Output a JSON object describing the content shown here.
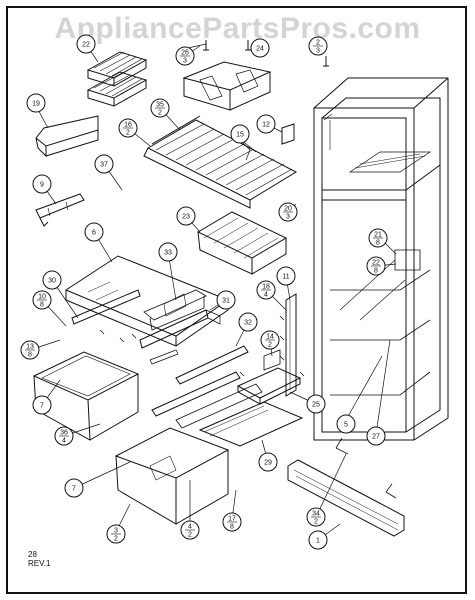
{
  "watermark": "AppliancePartsPros.com",
  "footer": {
    "code": "28",
    "revision": "REV.1"
  },
  "callouts": [
    {
      "id": "c22",
      "top": "22",
      "bottom": ""
    },
    {
      "id": "c26",
      "top": "26",
      "bottom": "3"
    },
    {
      "id": "c24",
      "top": "24",
      "bottom": ""
    },
    {
      "id": "c2",
      "top": "2",
      "bottom": "3"
    },
    {
      "id": "c19",
      "top": "19",
      "bottom": ""
    },
    {
      "id": "c35",
      "top": "35",
      "bottom": "2"
    },
    {
      "id": "c16",
      "top": "16",
      "bottom": "2"
    },
    {
      "id": "c12",
      "top": "12",
      "bottom": ""
    },
    {
      "id": "c15",
      "top": "15",
      "bottom": ""
    },
    {
      "id": "c37",
      "top": "37",
      "bottom": ""
    },
    {
      "id": "c9",
      "top": "9",
      "bottom": ""
    },
    {
      "id": "c20",
      "top": "20",
      "bottom": "3"
    },
    {
      "id": "c23",
      "top": "23",
      "bottom": ""
    },
    {
      "id": "c21",
      "top": "21",
      "bottom": "8"
    },
    {
      "id": "c6",
      "top": "6",
      "bottom": ""
    },
    {
      "id": "c33",
      "top": "33",
      "bottom": ""
    },
    {
      "id": "c22b",
      "top": "22",
      "bottom": "8"
    },
    {
      "id": "c30",
      "top": "30",
      "bottom": ""
    },
    {
      "id": "c10",
      "top": "10",
      "bottom": "8"
    },
    {
      "id": "c11",
      "top": "11",
      "bottom": ""
    },
    {
      "id": "c31",
      "top": "31",
      "bottom": ""
    },
    {
      "id": "c18",
      "top": "18",
      "bottom": "4"
    },
    {
      "id": "c32",
      "top": "32",
      "bottom": ""
    },
    {
      "id": "c13",
      "top": "13",
      "bottom": "8"
    },
    {
      "id": "c14",
      "top": "14",
      "bottom": "2"
    },
    {
      "id": "c7a",
      "top": "7",
      "bottom": ""
    },
    {
      "id": "c25",
      "top": "25",
      "bottom": ""
    },
    {
      "id": "c5",
      "top": "5",
      "bottom": ""
    },
    {
      "id": "c27",
      "top": "27",
      "bottom": ""
    },
    {
      "id": "c36",
      "top": "36",
      "bottom": "4"
    },
    {
      "id": "c7b",
      "top": "7",
      "bottom": ""
    },
    {
      "id": "c29",
      "top": "29",
      "bottom": ""
    },
    {
      "id": "c34",
      "top": "34",
      "bottom": "2"
    },
    {
      "id": "c3",
      "top": "3",
      "bottom": "2"
    },
    {
      "id": "c4",
      "top": "4",
      "bottom": "2"
    },
    {
      "id": "c17",
      "top": "17",
      "bottom": "8"
    },
    {
      "id": "c1",
      "top": "1",
      "bottom": ""
    }
  ]
}
